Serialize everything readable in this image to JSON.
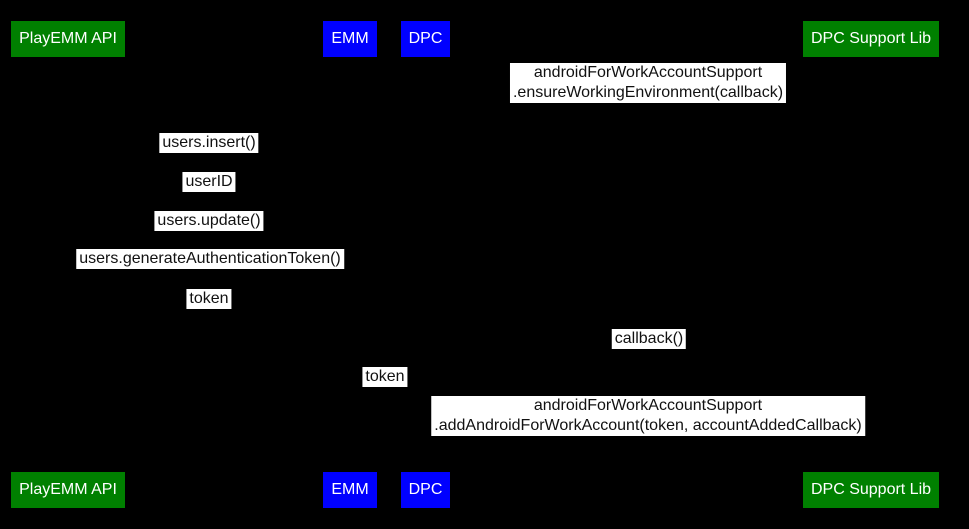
{
  "colors": {
    "background": "#000000",
    "actor_green": "#008000",
    "actor_blue": "#0000ff",
    "actor_text": "#ffffff",
    "label_background": "#ffffff",
    "label_text": "#111111"
  },
  "actors": [
    {
      "label": "PlayEMM API"
    },
    {
      "label": "EMM"
    },
    {
      "label": "DPC"
    },
    {
      "label": "DPC Support Lib"
    }
  ],
  "messages": [
    {
      "lines": [
        "androidForWorkAccountSupport",
        ".ensureWorkingEnvironment(callback)"
      ]
    },
    {
      "lines": [
        "users.insert()"
      ]
    },
    {
      "lines": [
        "userID"
      ]
    },
    {
      "lines": [
        "users.update()"
      ]
    },
    {
      "lines": [
        "users.generateAuthenticationToken()"
      ]
    },
    {
      "lines": [
        "token"
      ]
    },
    {
      "lines": [
        "callback()"
      ]
    },
    {
      "lines": [
        "token"
      ]
    },
    {
      "lines": [
        "androidForWorkAccountSupport",
        ".addAndroidForWorkAccount(token, accountAddedCallback)"
      ]
    }
  ]
}
